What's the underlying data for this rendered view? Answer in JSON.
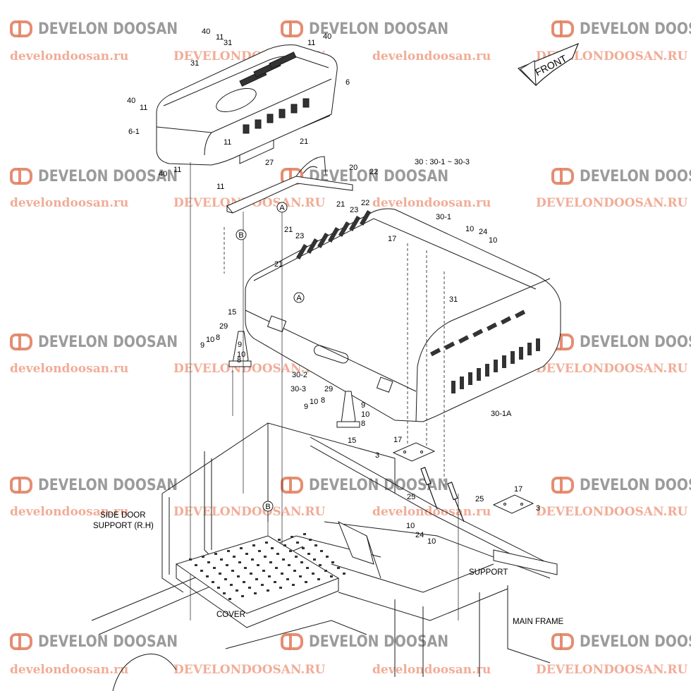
{
  "watermark": {
    "brand": "DEVELON DOOSAN",
    "url_lower": "develondoosan.ru",
    "url_upper": "DEVELONDOOSAN.RU"
  },
  "front_arrow": "FRONT",
  "note": "30 : 30-1 ~ 30-3",
  "captions": {
    "side_door_1": "SIDE DOOR",
    "side_door_2": "SUPPORT (R.H)",
    "support": "SUPPORT",
    "cover": "COVER",
    "main_frame": "MAIN FRAME"
  },
  "callouts": {
    "A": "A",
    "B": "B"
  },
  "part_labels": [
    "40",
    "11",
    "31",
    "31",
    "11",
    "40",
    "6",
    "40",
    "11",
    "6-1",
    "11",
    "40",
    "11",
    "21",
    "20",
    "22",
    "27",
    "11",
    "30 : 30-1 ~ 30-3",
    "22",
    "21",
    "23",
    "21",
    "23",
    "30-1",
    "17",
    "10",
    "24",
    "10",
    "21",
    "31",
    "15",
    "29",
    "9",
    "10",
    "8",
    "9",
    "10",
    "8",
    "30-2",
    "30-3",
    "29",
    "9",
    "10",
    "8",
    "9",
    "10",
    "8",
    "15",
    "30-1A",
    "17",
    "3",
    "25",
    "25",
    "17",
    "3",
    "10",
    "24",
    "10"
  ],
  "colors": {
    "line": "#1a1a1a",
    "watermark_orange": "#e07a5a",
    "watermark_gray": "#8a8a8a"
  }
}
